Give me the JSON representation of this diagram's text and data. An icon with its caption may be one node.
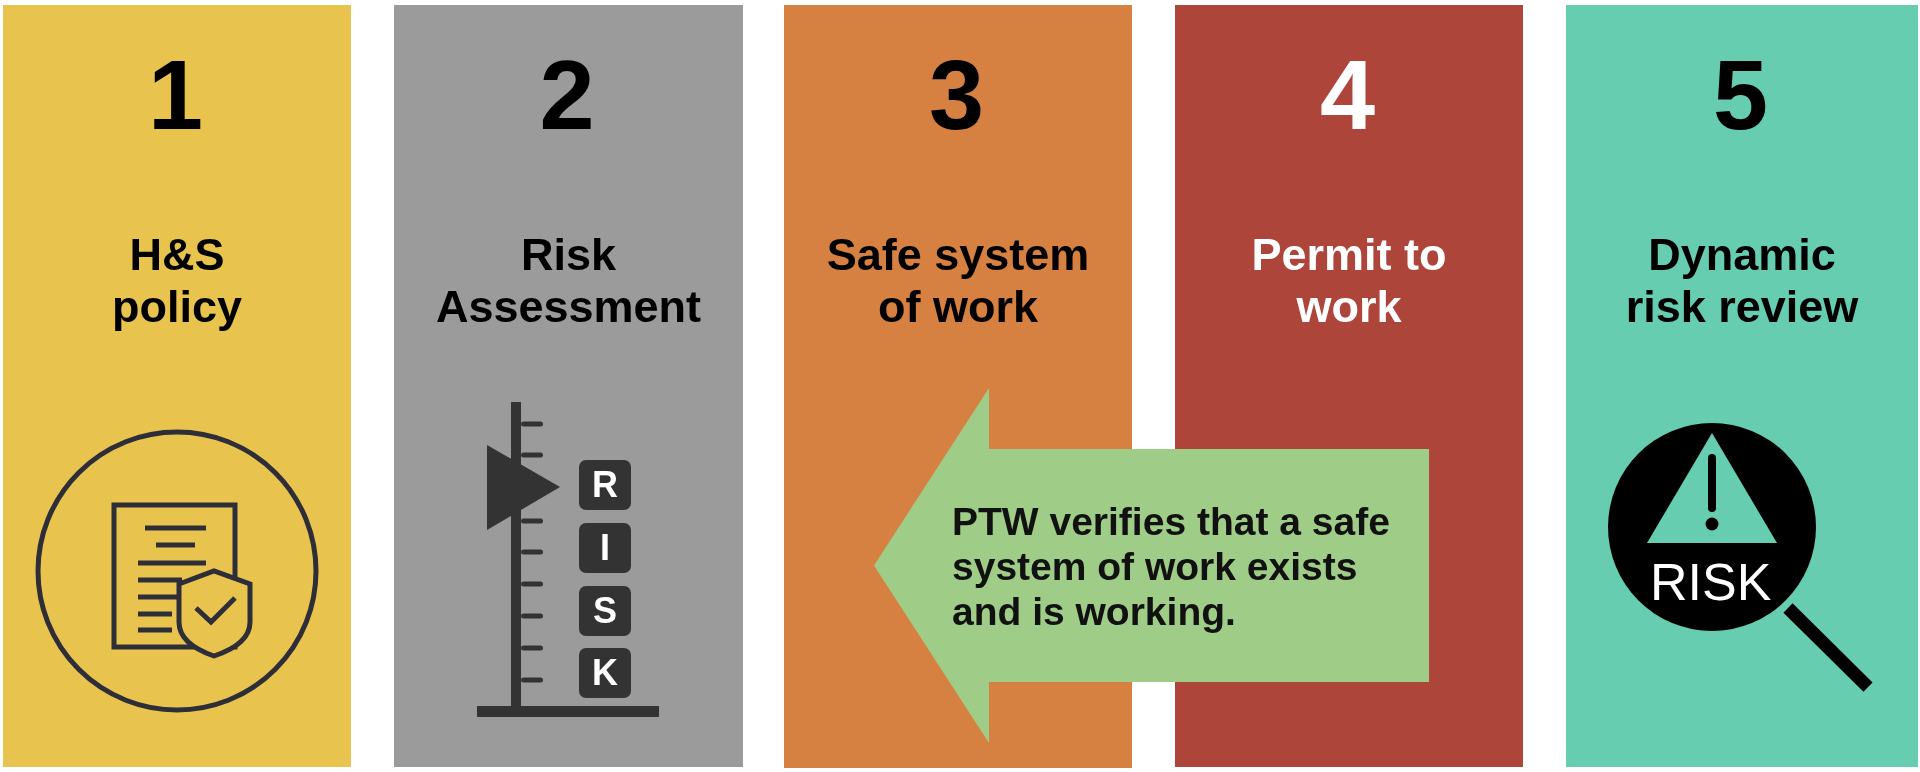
{
  "diagram": {
    "nodes": [
      {
        "text": [
          "1",
          "H&S policy"
        ]
      },
      {
        "text": [
          "2",
          "Risk Assessment",
          "R",
          "I",
          "S",
          "K"
        ]
      },
      {
        "text": [
          "3",
          "Safe system of work"
        ]
      },
      {
        "text": [
          "4",
          "Permit to work"
        ]
      },
      {
        "text": [
          "5",
          "Dynamic risk review",
          "RISK"
        ]
      }
    ],
    "edges": [
      {
        "from": 3,
        "to": 2,
        "arrow": "to",
        "label": "PTW verifies that a safe system of work exists and is working.",
        "color": "#9fcd87"
      }
    ]
  }
}
